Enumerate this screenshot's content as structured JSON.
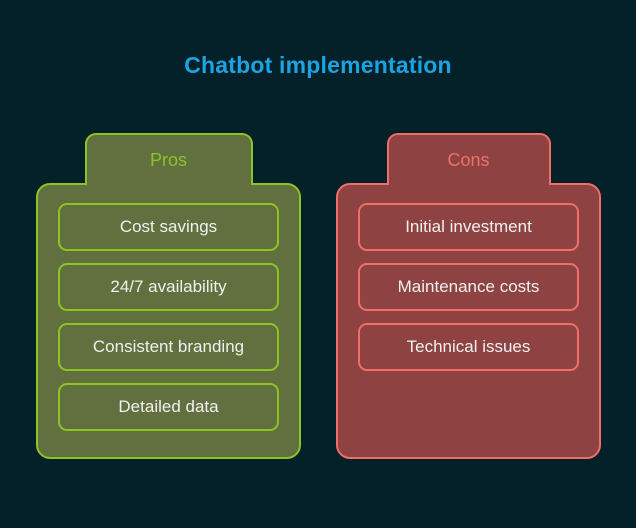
{
  "title": "Chatbot implementation",
  "background_color": "#042028",
  "title_color": "#1CA3E0",
  "columns": [
    {
      "tab_label": "Pros",
      "fill_color": "#61703E",
      "accent_color": "#8CC425",
      "items": [
        "Cost savings",
        "24/7 availability",
        "Consistent branding",
        "Detailed data"
      ]
    },
    {
      "tab_label": "Cons",
      "fill_color": "#8E4242",
      "accent_color": "#F07068",
      "items": [
        "Initial investment",
        "Maintenance costs",
        "Technical issues"
      ]
    }
  ]
}
